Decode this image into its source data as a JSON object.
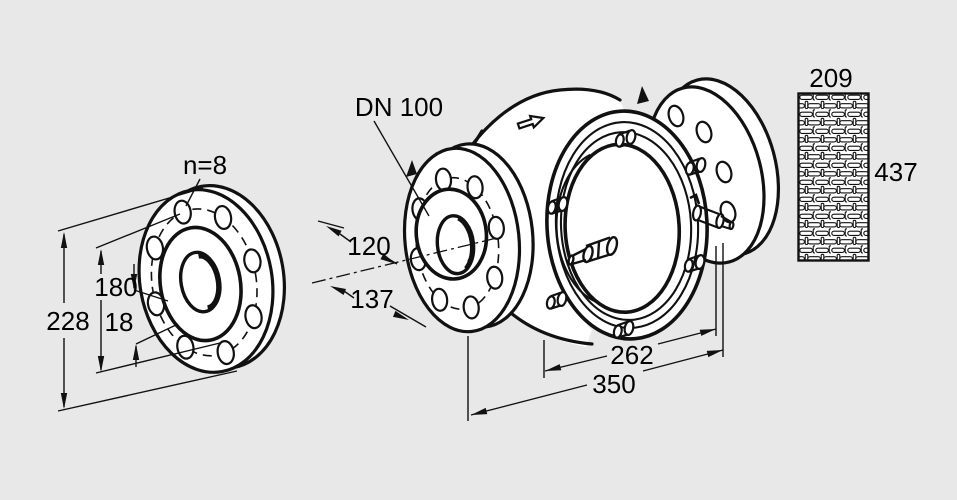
{
  "figure": {
    "background_color": "#e8e8e8",
    "line_color": "#111111",
    "fill_color": "#ffffff",
    "labels": {
      "bolt_count": "n=8",
      "nominal_diameter": "DN 100"
    },
    "flange_dimensions": {
      "outer_diameter": "228",
      "bolt_circle_diameter": "180",
      "bolt_hole_diameter": "18"
    },
    "body_dimensions": {
      "flange_to_axis": "120",
      "flange_to_cover_axis": "137",
      "cover_to_outlet": "262",
      "overall_length": "350"
    },
    "screen_dimensions": {
      "width": "209",
      "length": "437"
    }
  }
}
